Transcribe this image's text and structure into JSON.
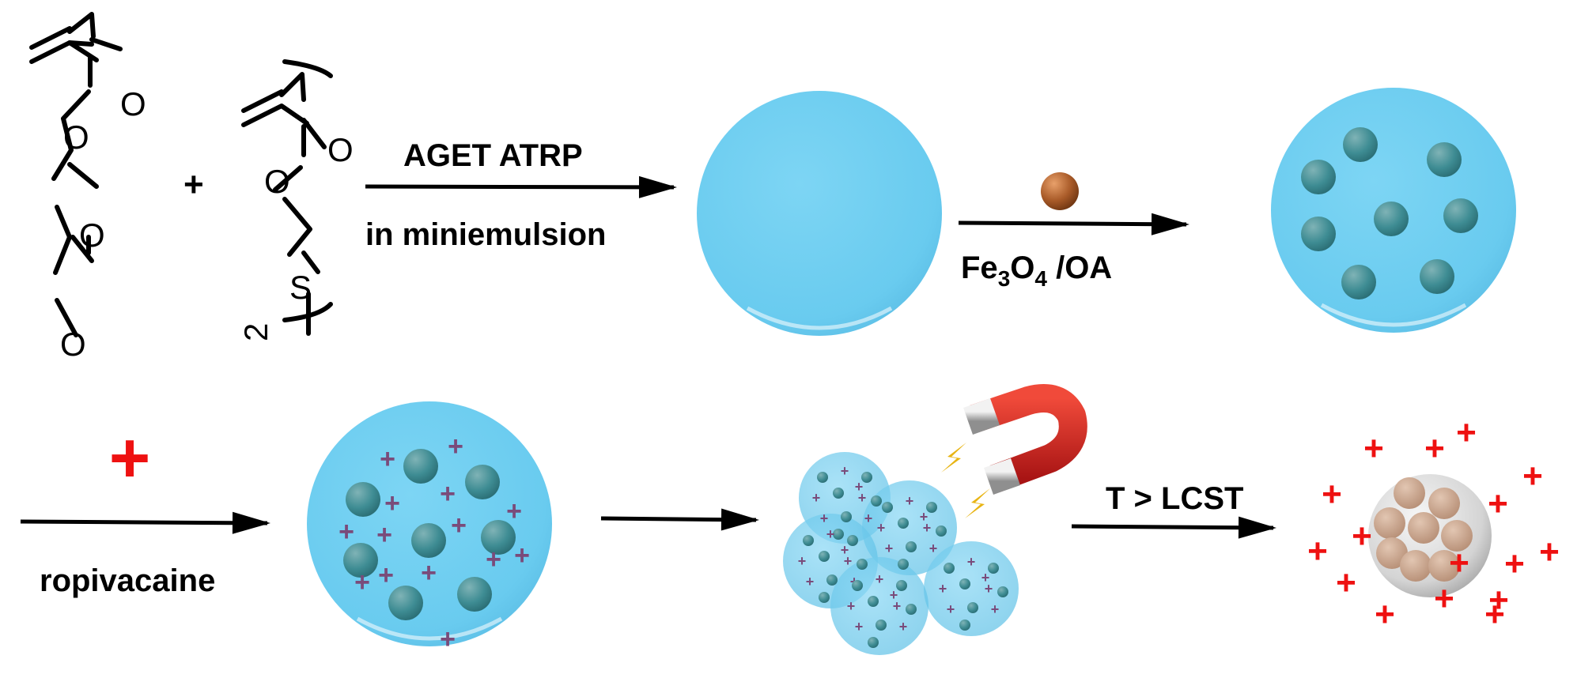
{
  "monomer1": {
    "atoms": {
      "carbonyl_o": "O",
      "ester_o": "O",
      "ether_o": "O",
      "terminal_o": "O"
    }
  },
  "plus_sign": "+",
  "monomer2": {
    "atoms": {
      "carbonyl_o": "O",
      "ester_o": "O",
      "sulfur": "S"
    },
    "subscript": "2"
  },
  "step1": {
    "label_top": "AGET ATRP",
    "label_bottom": "in miniemulsion"
  },
  "step2": {
    "label_prefix": "Fe",
    "sub1": "3",
    "label_mid": "O",
    "sub2": "4",
    "label_suffix": " /OA"
  },
  "step3": {
    "label": "ropivacaine",
    "drug_symbol": "+"
  },
  "step5": {
    "label": "T > LCST"
  },
  "colors": {
    "particle": "#6dcdf0",
    "nanoparticle": "#3f8f96",
    "drug_plus": "#ee1111",
    "loaded_plus": "#7a4b7a",
    "magnet_red": "#d42020",
    "iron_oxide": "#a35a2a"
  }
}
